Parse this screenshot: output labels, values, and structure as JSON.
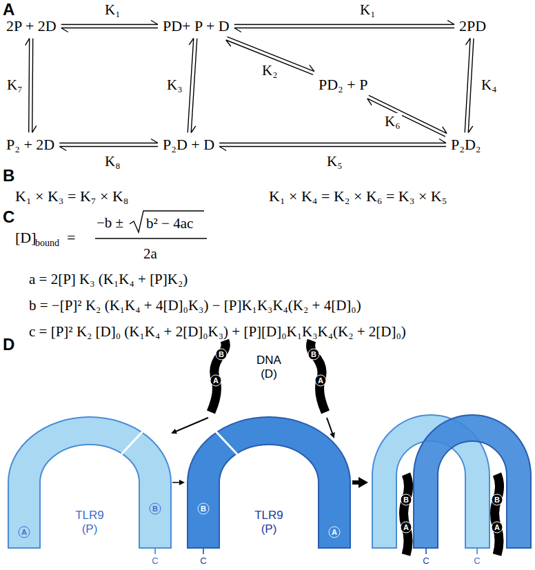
{
  "diagram": {
    "nodes": [
      {
        "text": [
          "2P + 2D"
        ]
      },
      {
        "text": [
          "PD+ P + D"
        ]
      },
      {
        "text": [
          "2PD"
        ]
      },
      {
        "text": [
          "PD₂ + P"
        ]
      },
      {
        "text": [
          "P₂ + 2D"
        ]
      },
      {
        "text": [
          "P₂D + D"
        ]
      },
      {
        "text": [
          "P₂D₂"
        ]
      }
    ],
    "edges": [
      {
        "from": 0,
        "to": 1,
        "arrow": "both",
        "label": "K₁"
      },
      {
        "from": 1,
        "to": 2,
        "arrow": "both",
        "label": "K₁"
      },
      {
        "from": 0,
        "to": 4,
        "arrow": "both",
        "label": "K₇"
      },
      {
        "from": 1,
        "to": 5,
        "arrow": "both",
        "label": "K₃"
      },
      {
        "from": 1,
        "to": 3,
        "arrow": "both",
        "label": "K₂"
      },
      {
        "from": 3,
        "to": 6,
        "arrow": "both",
        "label": "K₆"
      },
      {
        "from": 2,
        "to": 6,
        "arrow": "both",
        "label": "K₄"
      },
      {
        "from": 4,
        "to": 5,
        "arrow": "both",
        "label": "K₈"
      },
      {
        "from": 5,
        "to": 6,
        "arrow": "both",
        "label": "K₅"
      }
    ],
    "labels": [
      "A",
      "B",
      "K₁ × K₃ = K₇ × K₈",
      "K₁ × K₄ = K₂ × K₆ = K₃ × K₅",
      "C",
      "[D]",
      "bound",
      "=",
      "−b ±",
      "b² − 4ac",
      "2a",
      "a = 2[P] K₃ (K₁K₄ + [P]K₂)",
      "b = −[P]² K₂ (K₁K₄ + 4[D]₀K₃) − [P]K₁K₃K₄(K₂ + 4[D]₀)",
      "c = [P]² K₂ [D]₀ (K₁K₄ + 2[D]₀K₃) + [P][D]₀K₁K₃K₄(K₂ + 2[D]₀)",
      "D",
      "DNA (D)",
      "B",
      "A",
      "B",
      "A",
      "TLR9 (P)",
      "A",
      "B",
      "C",
      "TLR9 (P)",
      "B",
      "A",
      "C",
      "B",
      "A",
      "B",
      "A",
      "C",
      "C"
    ]
  }
}
